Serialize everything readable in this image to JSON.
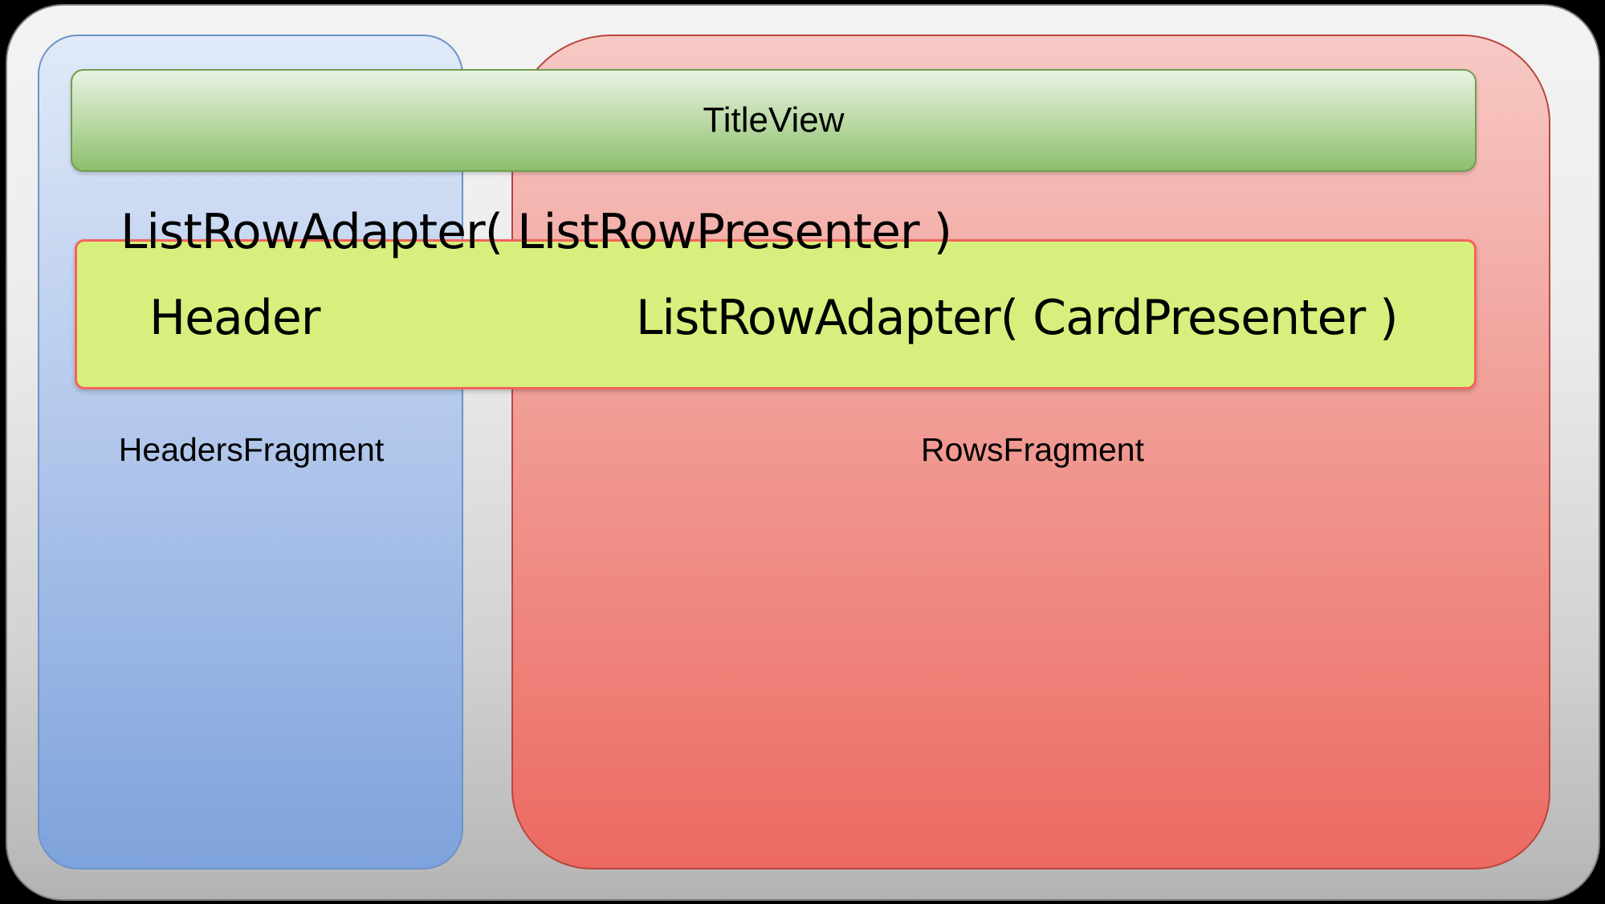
{
  "diagram": {
    "title_view_label": "TitleView",
    "list_row_presenter_caption": "ListRowAdapter( ListRowPresenter )",
    "header_label": "Header",
    "card_presenter_caption": "ListRowAdapter( CardPresenter )",
    "headers_fragment_label": "HeadersFragment",
    "rows_fragment_label": "RowsFragment"
  },
  "colors": {
    "page_background": "#000000",
    "canvas_gray_top": "#f3f3f3",
    "canvas_gray_bottom": "#b2b2b2",
    "headers_panel_blue_top": "#e0eaf8",
    "headers_panel_blue_bottom": "#7ea2dc",
    "headers_panel_border": "#6c93c9",
    "rows_panel_red_top": "#f7c9c5",
    "rows_panel_red_bottom": "#ec6a62",
    "rows_panel_border": "#b9463e",
    "title_bar_green_top": "#e9f2e2",
    "title_bar_green_bottom": "#8dbf6d",
    "title_bar_border": "#6f9e51",
    "row_box_yellow": "#d7ef7c",
    "row_box_border": "#f4635b",
    "text": "#000000"
  }
}
